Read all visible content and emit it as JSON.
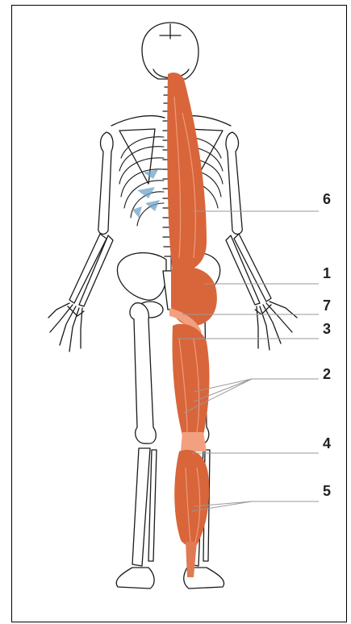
{
  "diagram": {
    "labels": [
      {
        "id": "label-6",
        "text": "6"
      },
      {
        "id": "label-1",
        "text": "1"
      },
      {
        "id": "label-7",
        "text": "7"
      },
      {
        "id": "label-3",
        "text": "3"
      },
      {
        "id": "label-2",
        "text": "2"
      },
      {
        "id": "label-4",
        "text": "4"
      },
      {
        "id": "label-5",
        "text": "5"
      }
    ],
    "colors": {
      "muscle": "#d9653b",
      "muscle_highlight": "#f2a07f",
      "bone_stroke": "#1a1a1a",
      "bone_fill": "#ffffff",
      "rib_shadow": "#6fa3c7",
      "leader_line": "#9a9a9a"
    }
  }
}
